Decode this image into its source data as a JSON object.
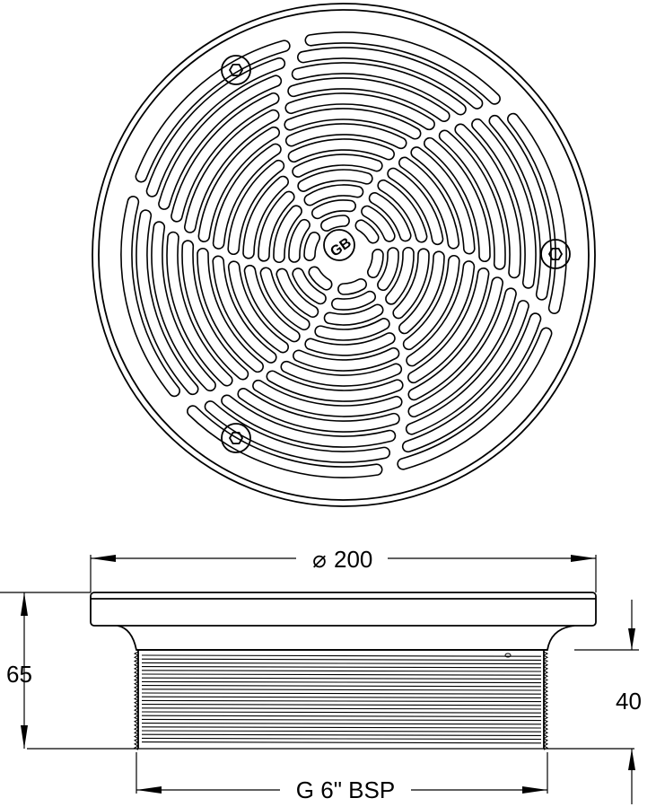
{
  "plan_view": {
    "logo_text": "GB"
  },
  "side_view": {
    "diameter_symbol": "⌀",
    "diameter_value": "200",
    "height_total": "65",
    "height_body": "40",
    "thread_label": "G 6\" BSP"
  }
}
